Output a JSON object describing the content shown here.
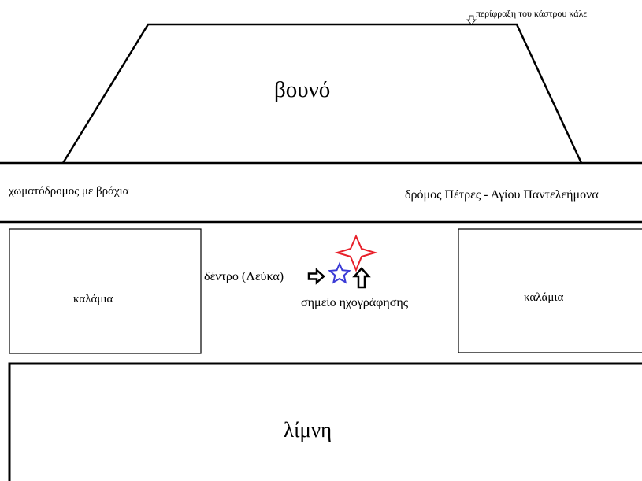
{
  "labels": {
    "mountain": "βουνό",
    "castle_fence": "περίφραξη του κάστρου κάλε",
    "dirt_road": "χωματόδρομος με βράχια",
    "main_road": "δρόμος Πέτρες - Αγίου Παντελεήμονα",
    "reeds_left": "καλάμια",
    "reeds_right": "καλάμια",
    "tree": "δέντρο (Λεύκα)",
    "recording_point": "σημείο ηχογράφησης",
    "lake": "λίμνη"
  },
  "colors": {
    "line": "#000000",
    "red_star": "#e8212b",
    "blue_star": "#3a3ad6",
    "background": "#ffffff"
  },
  "icons": {
    "red_star": "four-point-star-icon",
    "blue_star": "five-point-star-icon",
    "right_arrow": "arrow-right-icon",
    "up_arrow": "arrow-up-icon",
    "small_down_arrow": "arrow-down-icon"
  }
}
